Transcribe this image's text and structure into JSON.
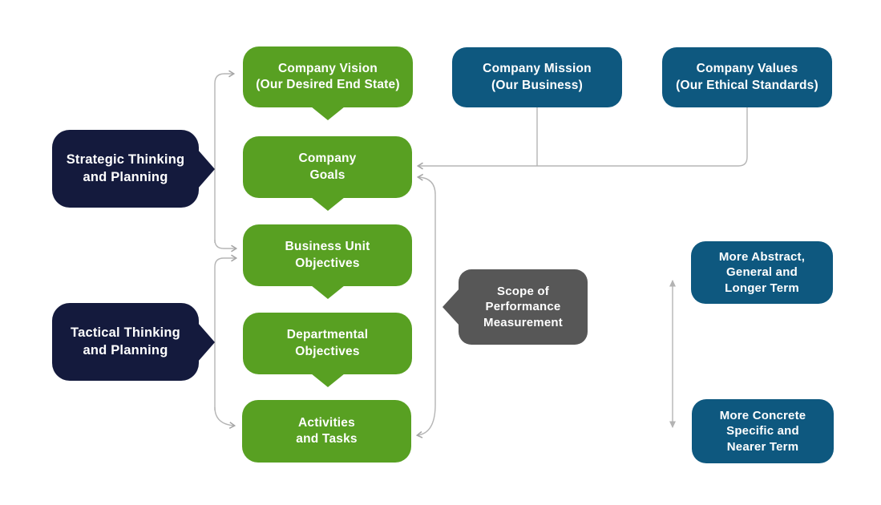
{
  "diagram": {
    "title": "Strategic planning hierarchy diagram",
    "nodes": {
      "vision": {
        "label": "Company Vision\n(Our Desired End State)"
      },
      "mission": {
        "label": "Company Mission\n(Our Business)"
      },
      "values": {
        "label": "Company Values\n(Our Ethical Standards)"
      },
      "strategic": {
        "label": "Strategic Thinking\nand Planning"
      },
      "goals": {
        "label": "Company\nGoals"
      },
      "business_unit": {
        "label": "Business Unit\nObjectives"
      },
      "departmental": {
        "label": "Departmental\nObjectives"
      },
      "activities": {
        "label": "Activities\nand Tasks"
      },
      "tactical": {
        "label": "Tactical Thinking\nand Planning"
      },
      "scope": {
        "label": "Scope of\nPerformance\nMeasurement"
      },
      "abstract": {
        "label": "More Abstract,\nGeneral and\nLonger Term"
      },
      "concrete": {
        "label": "More Concrete\nSpecific and\nNearer Term"
      }
    },
    "edges": [
      {
        "from": "mission",
        "to": "goals",
        "style": "arrow"
      },
      {
        "from": "values",
        "to": "goals",
        "style": "arrow"
      },
      {
        "from": "strategic",
        "to": "vision",
        "style": "arrow"
      },
      {
        "from": "strategic",
        "to": "business_unit",
        "style": "arrow"
      },
      {
        "from": "tactical",
        "to": "business_unit",
        "style": "arrow"
      },
      {
        "from": "tactical",
        "to": "activities",
        "style": "arrow"
      },
      {
        "from": "goals",
        "to": "activities",
        "style": "double-arrow-loop"
      },
      {
        "from": "abstract",
        "to": "concrete",
        "style": "double-headed-axis"
      }
    ]
  },
  "colors": {
    "green": "#58a022",
    "blue": "#0e587f",
    "navy": "#141a3d",
    "gray": "#575757",
    "line": "#aeaeae",
    "text": "#ffffff",
    "background": "#ffffff"
  }
}
